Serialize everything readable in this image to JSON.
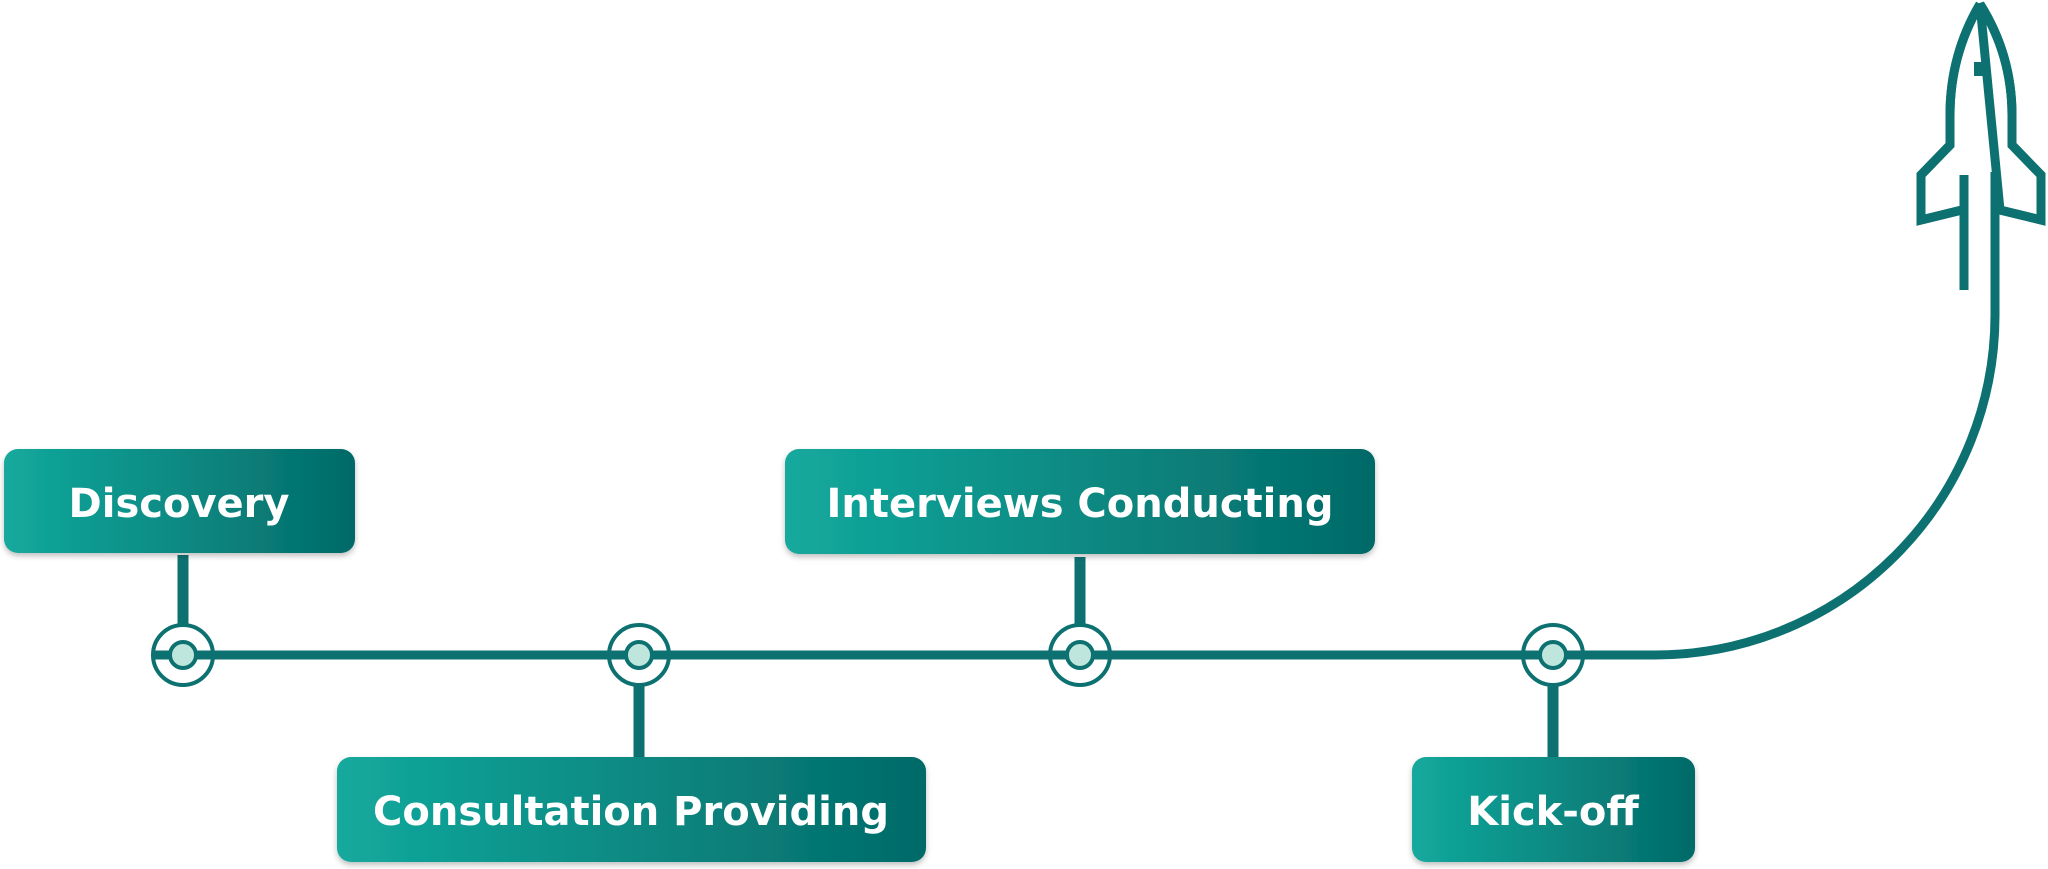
{
  "process": {
    "steps": [
      {
        "label": "Discovery"
      },
      {
        "label": "Consultation Providing"
      },
      {
        "label": "Interviews Conducting"
      },
      {
        "label": "Kick-off"
      }
    ]
  },
  "colors": {
    "line": "#0e7171",
    "box_gradient_start": "#13a99d",
    "box_gradient_end": "#036a68",
    "node_fill": "#bfe6dc",
    "label_text": "#ffffff"
  },
  "icons": {
    "goal": "rocket-icon"
  }
}
